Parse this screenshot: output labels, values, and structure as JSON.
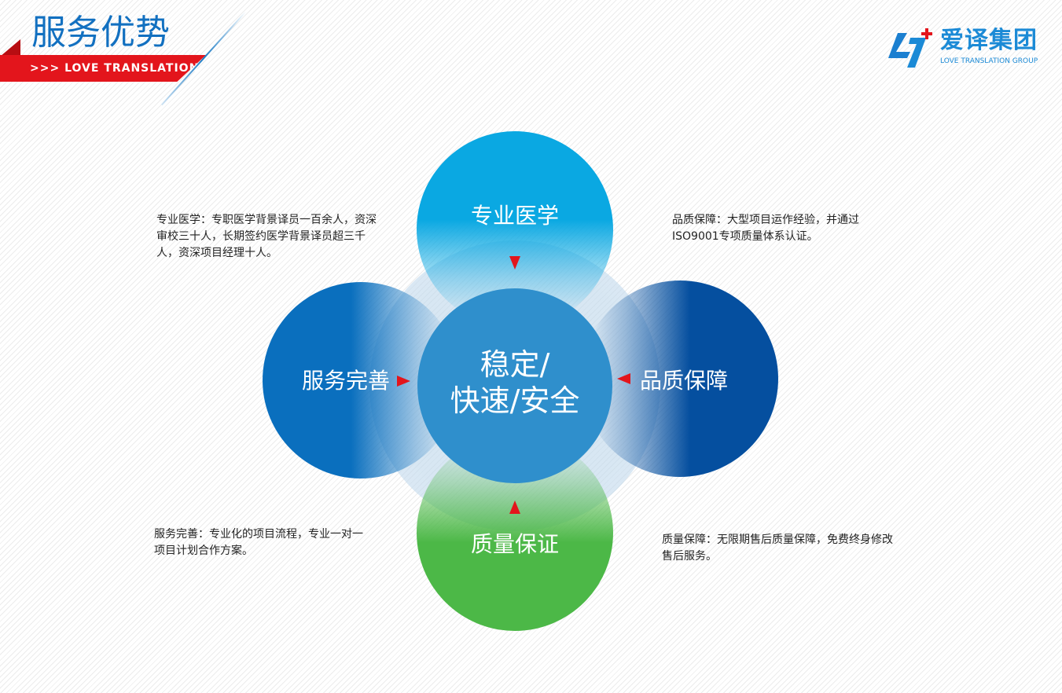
{
  "header": {
    "title": "服务优势",
    "ribbon_text": ">>> LOVE TRANSLATION"
  },
  "logo": {
    "name_cn": "爱译集团",
    "name_en": "LOVE TRANSLATION GROUP"
  },
  "diagram": {
    "center": {
      "line1": "稳定/",
      "line2": "快速/安全",
      "color": "#2f8fcc"
    },
    "top": {
      "label": "专业医学",
      "color": "#0aa8e2"
    },
    "left": {
      "label": "服务完善",
      "color": "#0a6fbe"
    },
    "right": {
      "label": "品质保障",
      "color": "#054f9f"
    },
    "bottom": {
      "label": "质量保证",
      "color": "#4cb847"
    },
    "arrow_color": "#e3151c"
  },
  "descriptions": {
    "top_left": "专业医学：专职医学背景译员一百余人，资深审校三十人，长期签约医学背景译员超三千人，资深项目经理十人。",
    "top_right": "品质保障：大型项目运作经验，并通过ISO9001专项质量体系认证。",
    "bottom_left": "服务完善：专业化的项目流程，专业一对一项目计划合作方案。",
    "bottom_right": "质量保障：无限期售后质量保障，免费终身修改售后服务。"
  }
}
